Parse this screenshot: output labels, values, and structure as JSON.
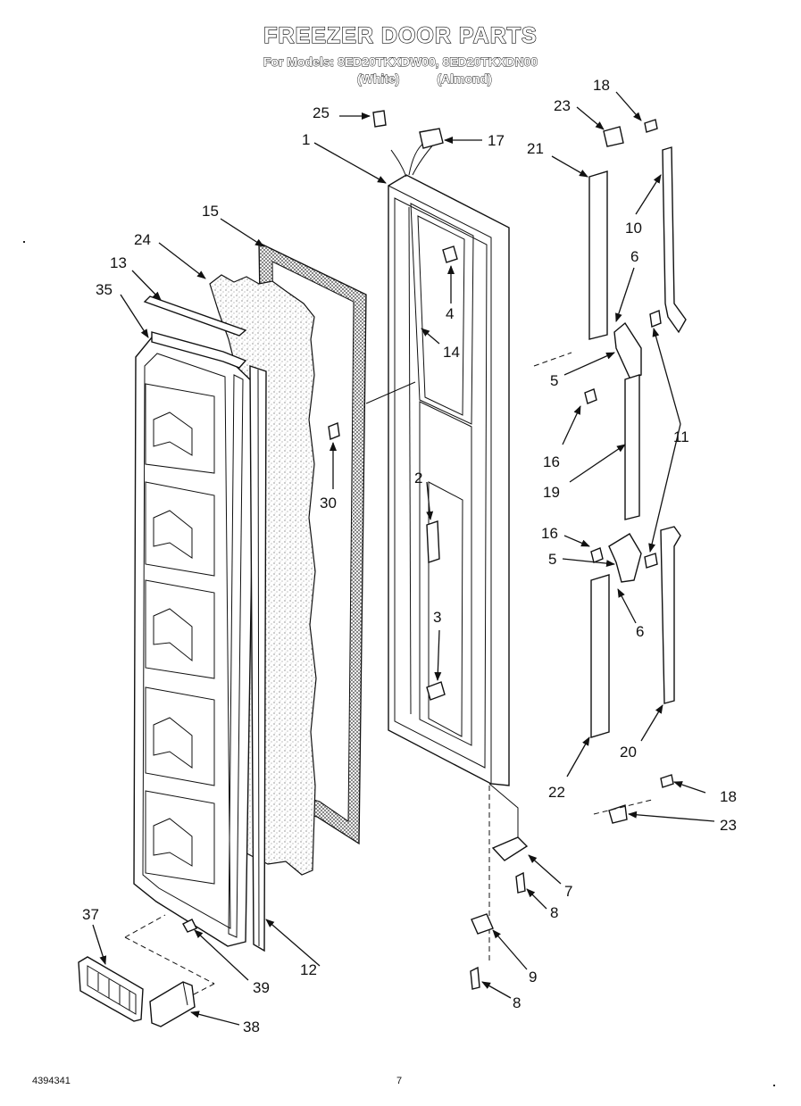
{
  "header": {
    "title": "FREEZER DOOR PARTS",
    "models_line": "For Models: 8ED20TKXDW00, 8ED20TKXDN00",
    "variant_white": "(White)",
    "variant_almond": "(Almond)"
  },
  "footer": {
    "doc_number": "4394341",
    "page_number": "7"
  },
  "callouts": {
    "c1": "1",
    "c2": "2",
    "c3": "3",
    "c4": "4",
    "c5a": "5",
    "c5b": "5",
    "c6a": "6",
    "c6b": "6",
    "c7": "7",
    "c8a": "8",
    "c8b": "8",
    "c9": "9",
    "c10": "10",
    "c11": "11",
    "c12": "12",
    "c13": "13",
    "c14": "14",
    "c15": "15",
    "c16a": "16",
    "c16b": "16",
    "c17": "17",
    "c18a": "18",
    "c18b": "18",
    "c19": "19",
    "c20": "20",
    "c21": "21",
    "c22": "22",
    "c23a": "23",
    "c23b": "23",
    "c24": "24",
    "c25": "25",
    "c30": "30",
    "c35": "35",
    "c37": "37",
    "c38": "38",
    "c39": "39"
  }
}
